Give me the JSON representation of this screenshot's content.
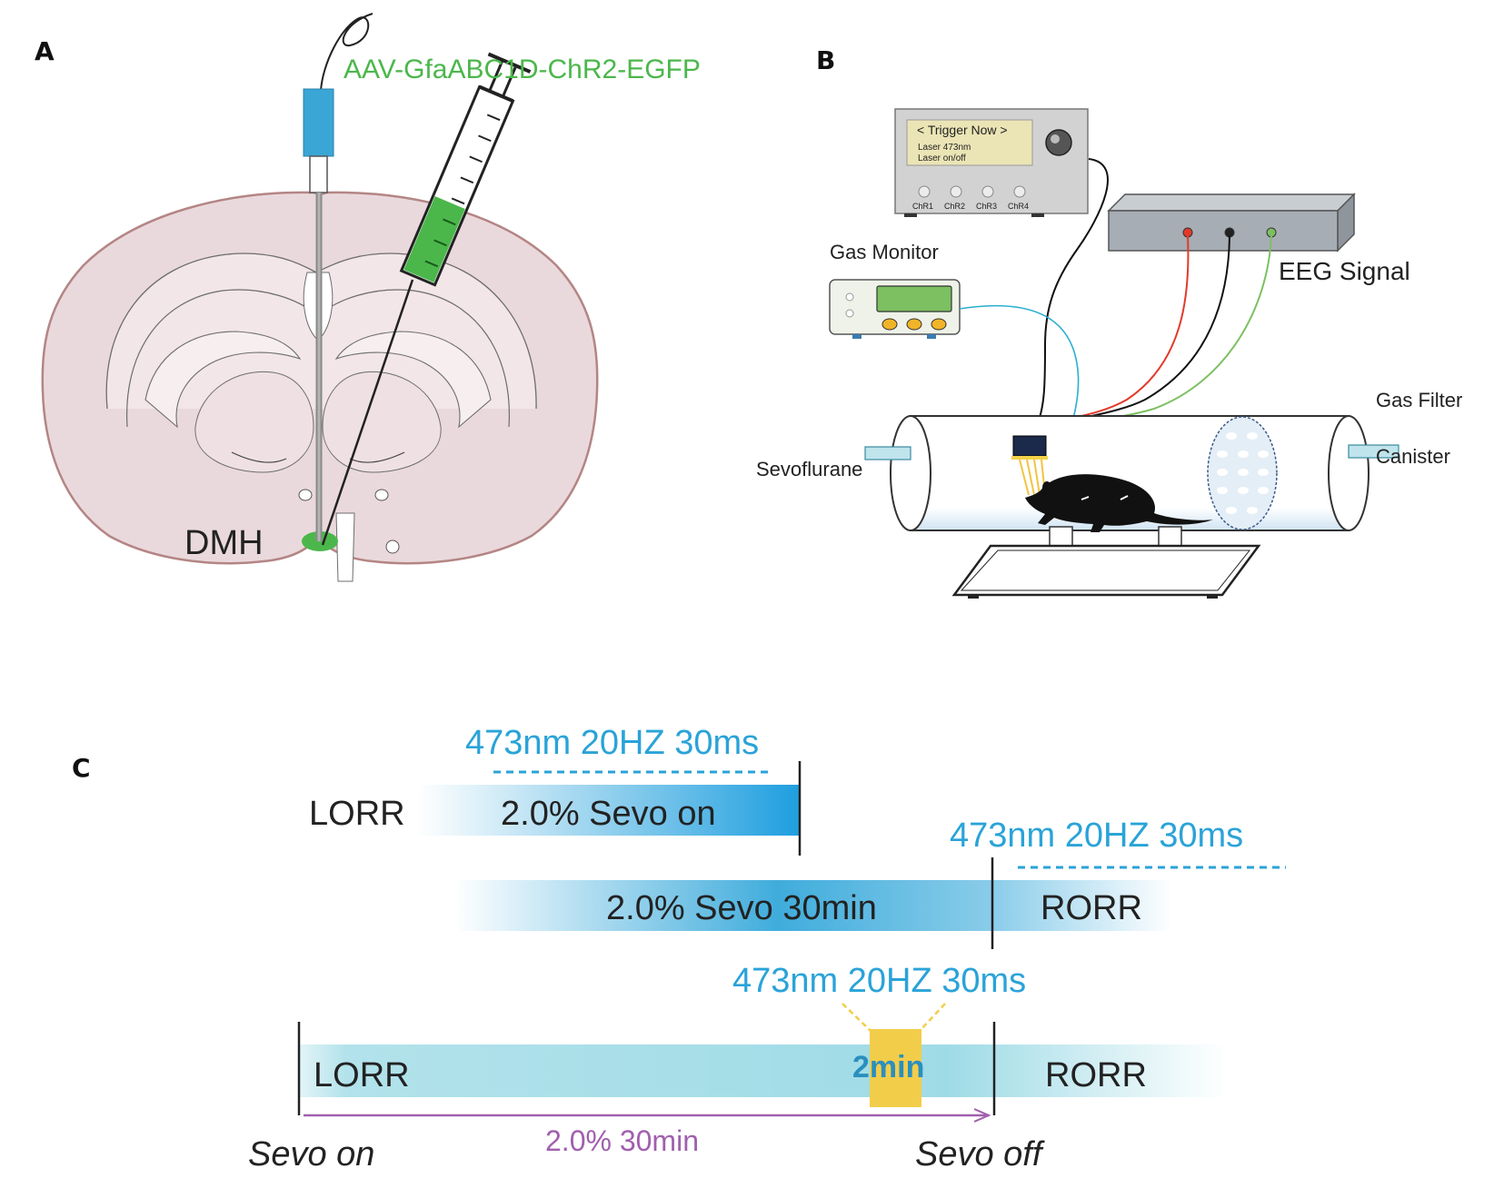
{
  "panels": {
    "a": "A",
    "b": "B",
    "c": "C"
  },
  "panel_a": {
    "virus_label": "AAV-GfaABC1D-ChR2-EGFP",
    "region_label": "DMH"
  },
  "panel_b": {
    "trigger_title": "< Trigger Now >",
    "trigger_line1": "Laser 473nm",
    "trigger_line2": "Laser on/off",
    "channels": [
      "ChR1",
      "ChR2",
      "ChR3",
      "ChR4"
    ],
    "gas_monitor": "Gas Monitor",
    "eeg_signal": "EEG Signal",
    "gas_filter_1": "Gas Filter",
    "gas_filter_2": "Canister",
    "sevoflurane": "Sevoflurane"
  },
  "panel_c": {
    "row1": {
      "laser": "473nm 20HZ 30ms",
      "start": "LORR",
      "bar": "2.0% Sevo on"
    },
    "row2": {
      "laser": "473nm 20HZ 30ms",
      "bar": "2.0% Sevo 30min",
      "end": "RORR"
    },
    "row3": {
      "laser": "473nm 20HZ 30ms",
      "start": "LORR",
      "window": "2min",
      "end": "RORR",
      "duration": "2.0% 30min",
      "sevo_on": "Sevo on",
      "sevo_off": "Sevo off"
    }
  },
  "colors": {
    "laser_blue": "#2aa3d8",
    "virus_green": "#4bb74b",
    "brain_fill": "#ead9dc",
    "brain_edge": "#b48585",
    "window_yellow": "#f2cd4a",
    "duration_purple": "#a15fae"
  }
}
